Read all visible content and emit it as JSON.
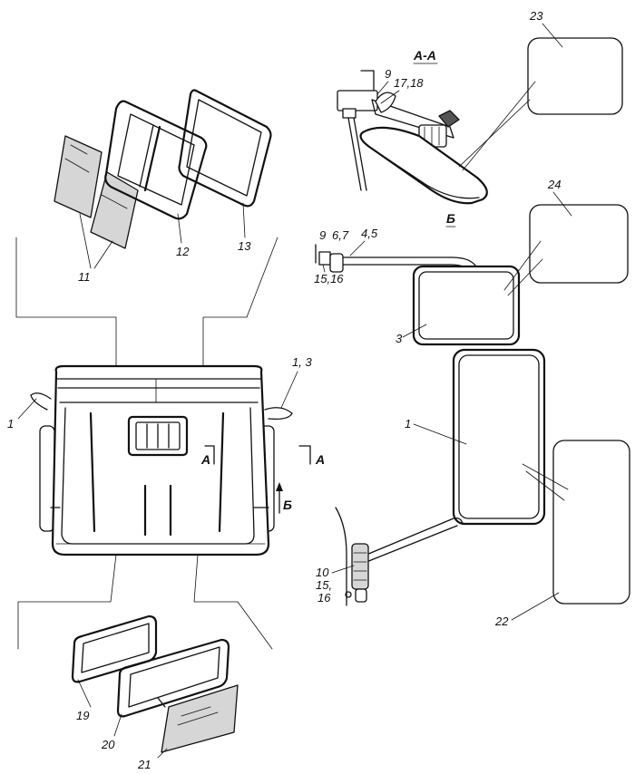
{
  "labels": {
    "l23": "23",
    "l24": "24",
    "l22": "22",
    "l1": "1",
    "l3": "3",
    "l9a": "9",
    "l1718": "17,18",
    "l9b": "9",
    "l67": "6,7",
    "l45": "4,5",
    "l1516a": "15,16",
    "l10": "10",
    "l15": "15,",
    "l16": "16",
    "l11": "11",
    "l12": "12",
    "l13": "13",
    "l19": "19",
    "l20": "20",
    "l21": "21",
    "l1left": "1",
    "l13right": "1, 3"
  },
  "sections": {
    "aa": "А-А",
    "b": "Б",
    "a_mark_left": "А",
    "a_mark_right": "А",
    "b_mark": "Б"
  }
}
